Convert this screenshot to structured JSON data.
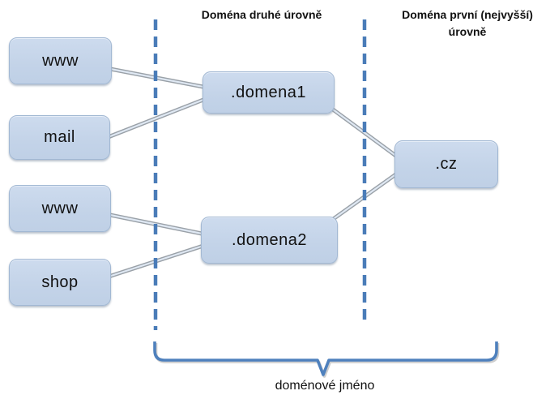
{
  "diagram": {
    "title_hint": "DNS domain levels diagram",
    "headers": {
      "second_level": "Doména druhé úrovně",
      "top_level": "Doména první (nejvyšší) úrovně"
    },
    "nodes": {
      "www1": "www",
      "mail": "mail",
      "www2": "www",
      "shop": "shop",
      "domena1": ".domena1",
      "domena2": ".domena2",
      "cz": ".cz"
    },
    "edges": [
      [
        "www1",
        "domena1"
      ],
      [
        "mail",
        "domena1"
      ],
      [
        "www2",
        "domena2"
      ],
      [
        "shop",
        "domena2"
      ],
      [
        "domena1",
        "cz"
      ],
      [
        "domena2",
        "cz"
      ]
    ],
    "brace_label": "doménové jméno",
    "colors": {
      "node_fill": "#c4d4e8",
      "node_border": "#a2b8d3",
      "dashed_divider": "#4a7cb8",
      "brace": "#4f81bd",
      "connector_outer": "#9aa1a8",
      "connector_inner": "#dfe8f3",
      "text": "#111111",
      "background": "#ffffff"
    }
  }
}
